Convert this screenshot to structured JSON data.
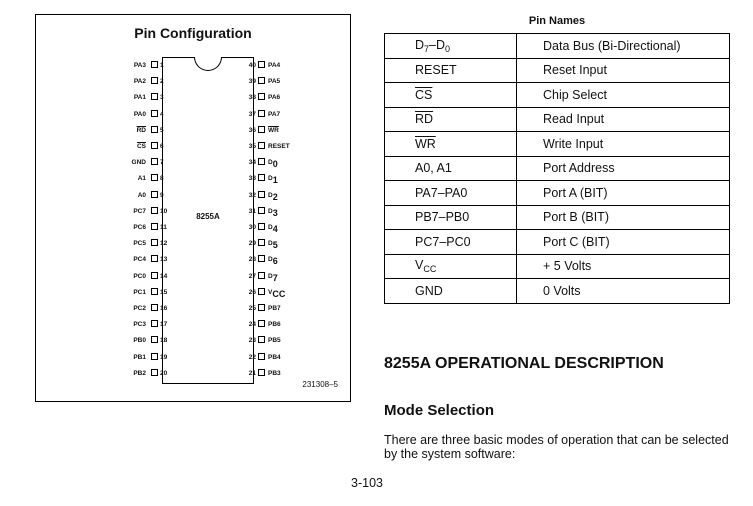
{
  "pin_configuration": {
    "title": "Pin Configuration",
    "chip_label": "8255A",
    "figure_number": "231308–5",
    "left_pins": [
      {
        "num": "1",
        "name": "PA3"
      },
      {
        "num": "2",
        "name": "PA2"
      },
      {
        "num": "3",
        "name": "PA1"
      },
      {
        "num": "4",
        "name": "PA0"
      },
      {
        "num": "5",
        "name": "RD",
        "overline": true
      },
      {
        "num": "6",
        "name": "CS",
        "overline": true
      },
      {
        "num": "7",
        "name": "GND"
      },
      {
        "num": "8",
        "name": "A1"
      },
      {
        "num": "9",
        "name": "A0"
      },
      {
        "num": "10",
        "name": "PC7"
      },
      {
        "num": "11",
        "name": "PC6"
      },
      {
        "num": "12",
        "name": "PC5"
      },
      {
        "num": "13",
        "name": "PC4"
      },
      {
        "num": "14",
        "name": "PC0"
      },
      {
        "num": "15",
        "name": "PC1"
      },
      {
        "num": "16",
        "name": "PC2"
      },
      {
        "num": "17",
        "name": "PC3"
      },
      {
        "num": "18",
        "name": "PB0"
      },
      {
        "num": "19",
        "name": "PB1"
      },
      {
        "num": "20",
        "name": "PB2"
      }
    ],
    "right_pins": [
      {
        "num": "40",
        "name": "PA4"
      },
      {
        "num": "39",
        "name": "PA5"
      },
      {
        "num": "38",
        "name": "PA6"
      },
      {
        "num": "37",
        "name": "PA7"
      },
      {
        "num": "36",
        "name": "WR",
        "overline": true
      },
      {
        "num": "35",
        "name": "RESET"
      },
      {
        "num": "34",
        "name": "D0"
      },
      {
        "num": "33",
        "name": "D1"
      },
      {
        "num": "32",
        "name": "D2"
      },
      {
        "num": "31",
        "name": "D3"
      },
      {
        "num": "30",
        "name": "D4"
      },
      {
        "num": "29",
        "name": "D5"
      },
      {
        "num": "28",
        "name": "D6"
      },
      {
        "num": "27",
        "name": "D7"
      },
      {
        "num": "26",
        "name": "VCC"
      },
      {
        "num": "25",
        "name": "PB7"
      },
      {
        "num": "24",
        "name": "PB6"
      },
      {
        "num": "23",
        "name": "PB5"
      },
      {
        "num": "22",
        "name": "PB4"
      },
      {
        "num": "21",
        "name": "PB3"
      }
    ]
  },
  "pin_names": {
    "title": "Pin Names",
    "rows": [
      {
        "name": "D7–D0",
        "desc": "Data Bus (Bi-Directional)"
      },
      {
        "name": "RESET",
        "desc": "Reset Input"
      },
      {
        "name": "CS",
        "overline": true,
        "desc": "Chip Select"
      },
      {
        "name": "RD",
        "overline": true,
        "desc": "Read Input"
      },
      {
        "name": "WR",
        "overline": true,
        "desc": "Write Input"
      },
      {
        "name": "A0, A1",
        "desc": "Port Address"
      },
      {
        "name": "PA7–PA0",
        "desc": "Port A (BIT)"
      },
      {
        "name": "PB7–PB0",
        "desc": "Port B (BIT)"
      },
      {
        "name": "PC7–PC0",
        "desc": "Port C (BIT)"
      },
      {
        "name": "VCC",
        "desc": "+ 5 Volts"
      },
      {
        "name": "GND",
        "desc": "0 Volts"
      }
    ]
  },
  "section_heading": "8255A OPERATIONAL DESCRIPTION",
  "subsection_heading": "Mode Selection",
  "paragraph": "There are three basic modes of operation that can be selected by the system software:",
  "page_number": "3-103"
}
